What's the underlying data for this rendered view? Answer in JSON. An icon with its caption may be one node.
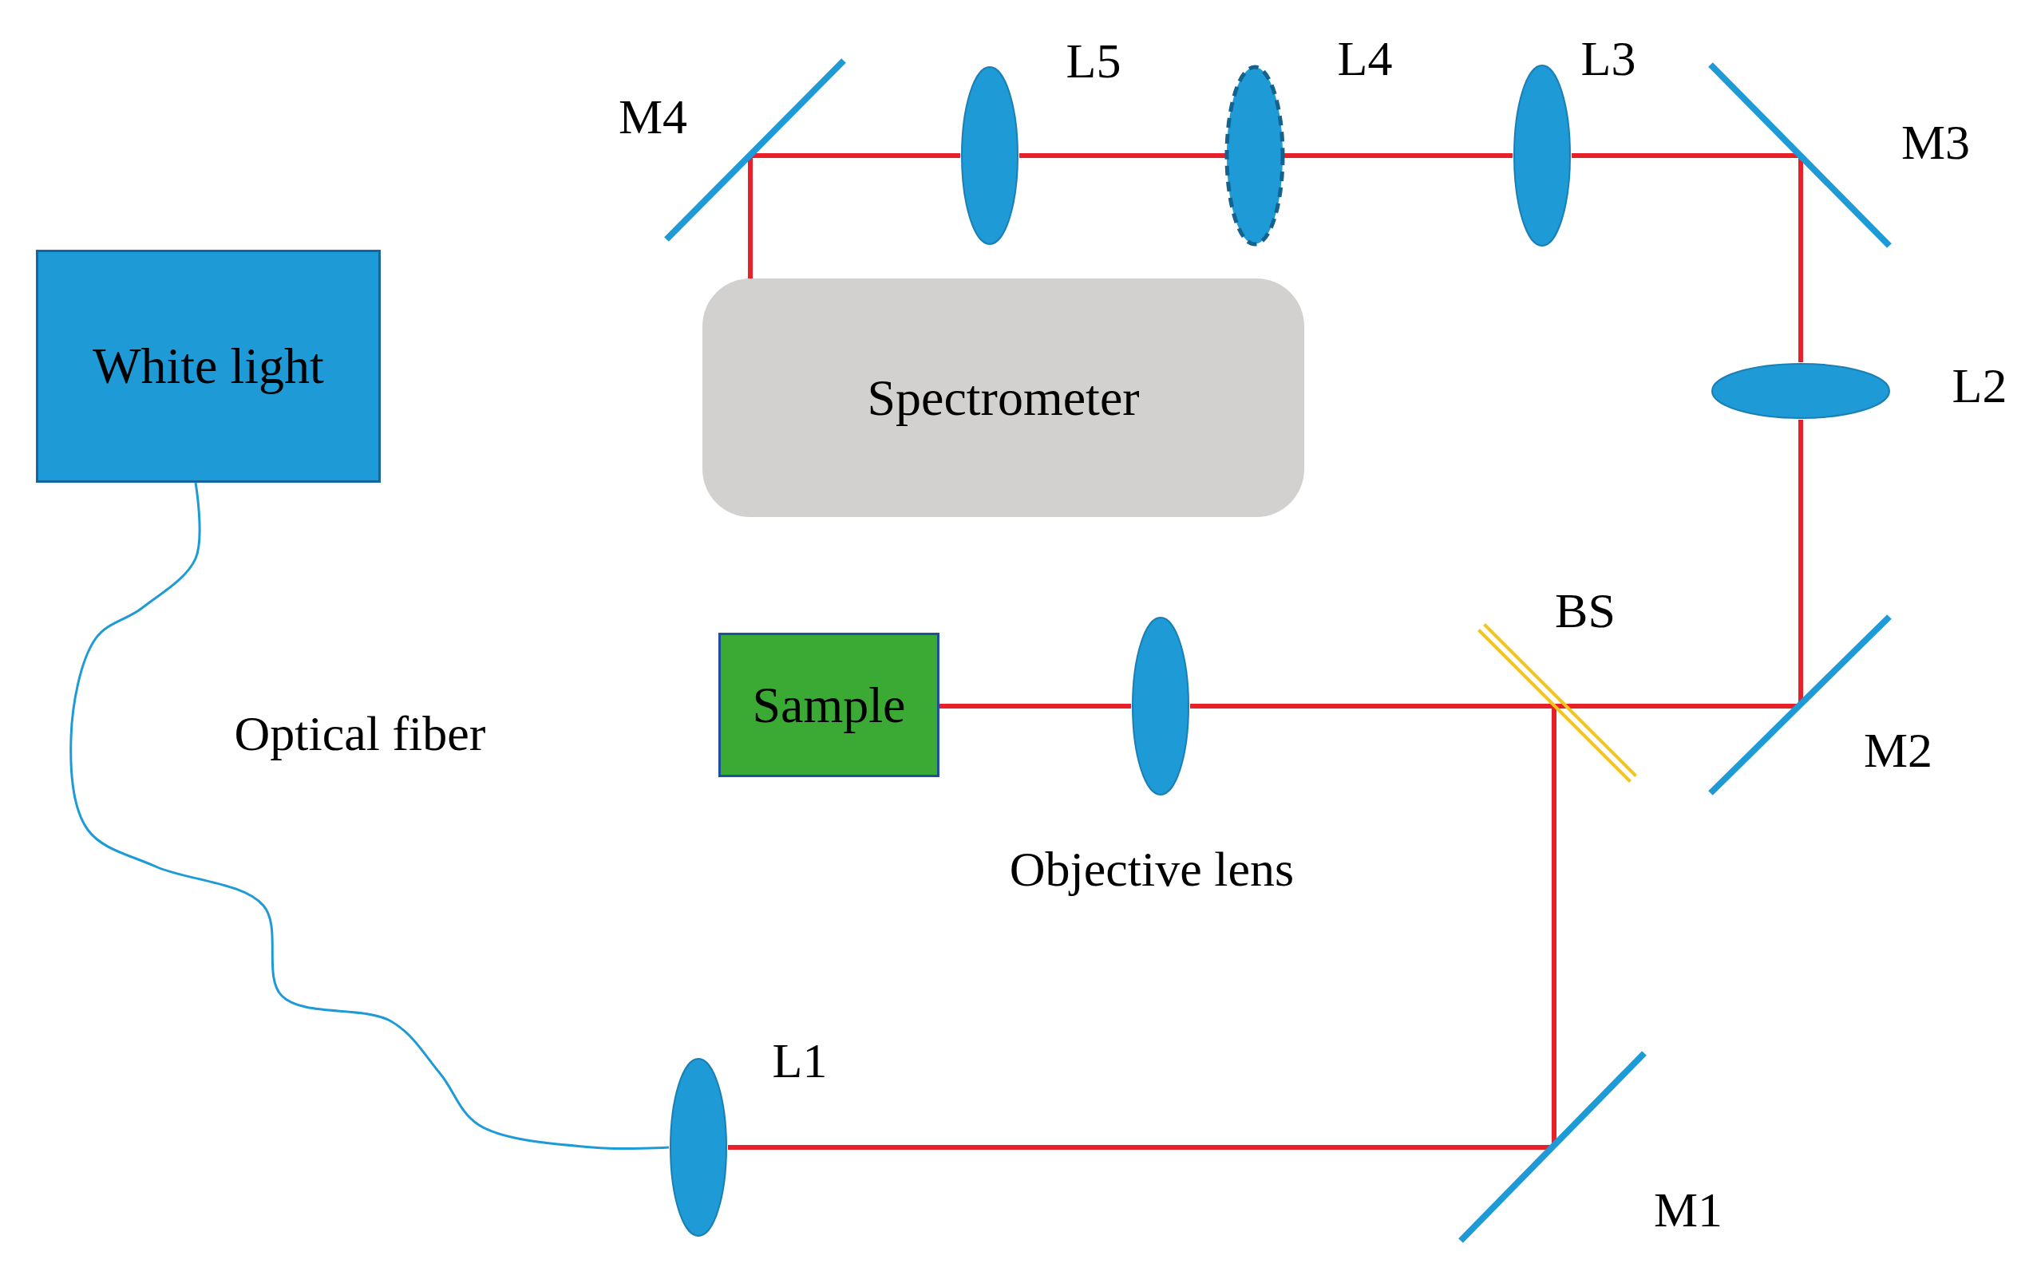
{
  "diagram": {
    "nodes": [
      {
        "text": [],
        "shape": "bar",
        "beside": [
          "M4"
        ]
      },
      {
        "text": [],
        "shape": "ellipse",
        "beside": [
          "L5"
        ]
      },
      {
        "text": [],
        "shape": "ellipse",
        "beside": [
          "L4"
        ]
      },
      {
        "text": [],
        "shape": "ellipse",
        "beside": [
          "L3"
        ]
      },
      {
        "text": [],
        "shape": "bar",
        "beside": [
          "M3"
        ]
      },
      {
        "text": [
          "White light"
        ]
      },
      {
        "text": [
          "Spectrometer"
        ]
      },
      {
        "text": [],
        "shape": "ellipse",
        "beside": [
          "L2"
        ]
      },
      {
        "text": [
          "Sample"
        ]
      },
      {
        "text": [],
        "shape": "ellipse",
        "beside": [
          "Objective lens"
        ]
      },
      {
        "text": [],
        "shape": "bar",
        "beside": [
          "BS"
        ]
      },
      {
        "text": [],
        "shape": "bar",
        "beside": [
          "M2"
        ]
      },
      {
        "text": [],
        "shape": "ellipse",
        "beside": [
          "L1"
        ]
      },
      {
        "text": [],
        "shape": "bar",
        "beside": [
          "M1"
        ]
      }
    ],
    "edges": [
      {
        "from": 5,
        "to": 12,
        "arrow": "none",
        "label": "Optical fiber",
        "color": "#1e9ad6"
      },
      {
        "from": 12,
        "to": 13,
        "arrow": "none"
      },
      {
        "from": 13,
        "to": 10,
        "arrow": "none"
      },
      {
        "from": 10,
        "to": 9,
        "arrow": "none"
      },
      {
        "from": 9,
        "to": 8,
        "arrow": "none"
      },
      {
        "from": 10,
        "to": 11,
        "arrow": "none"
      },
      {
        "from": 11,
        "to": 7,
        "arrow": "none"
      },
      {
        "from": 7,
        "to": 4,
        "arrow": "none"
      },
      {
        "from": 4,
        "to": 3,
        "arrow": "none"
      },
      {
        "from": 3,
        "to": 2,
        "arrow": "none"
      },
      {
        "from": 2,
        "to": 1,
        "arrow": "none"
      },
      {
        "from": 1,
        "to": 0,
        "arrow": "none"
      },
      {
        "from": 0,
        "to": 6,
        "arrow": "none"
      }
    ]
  }
}
